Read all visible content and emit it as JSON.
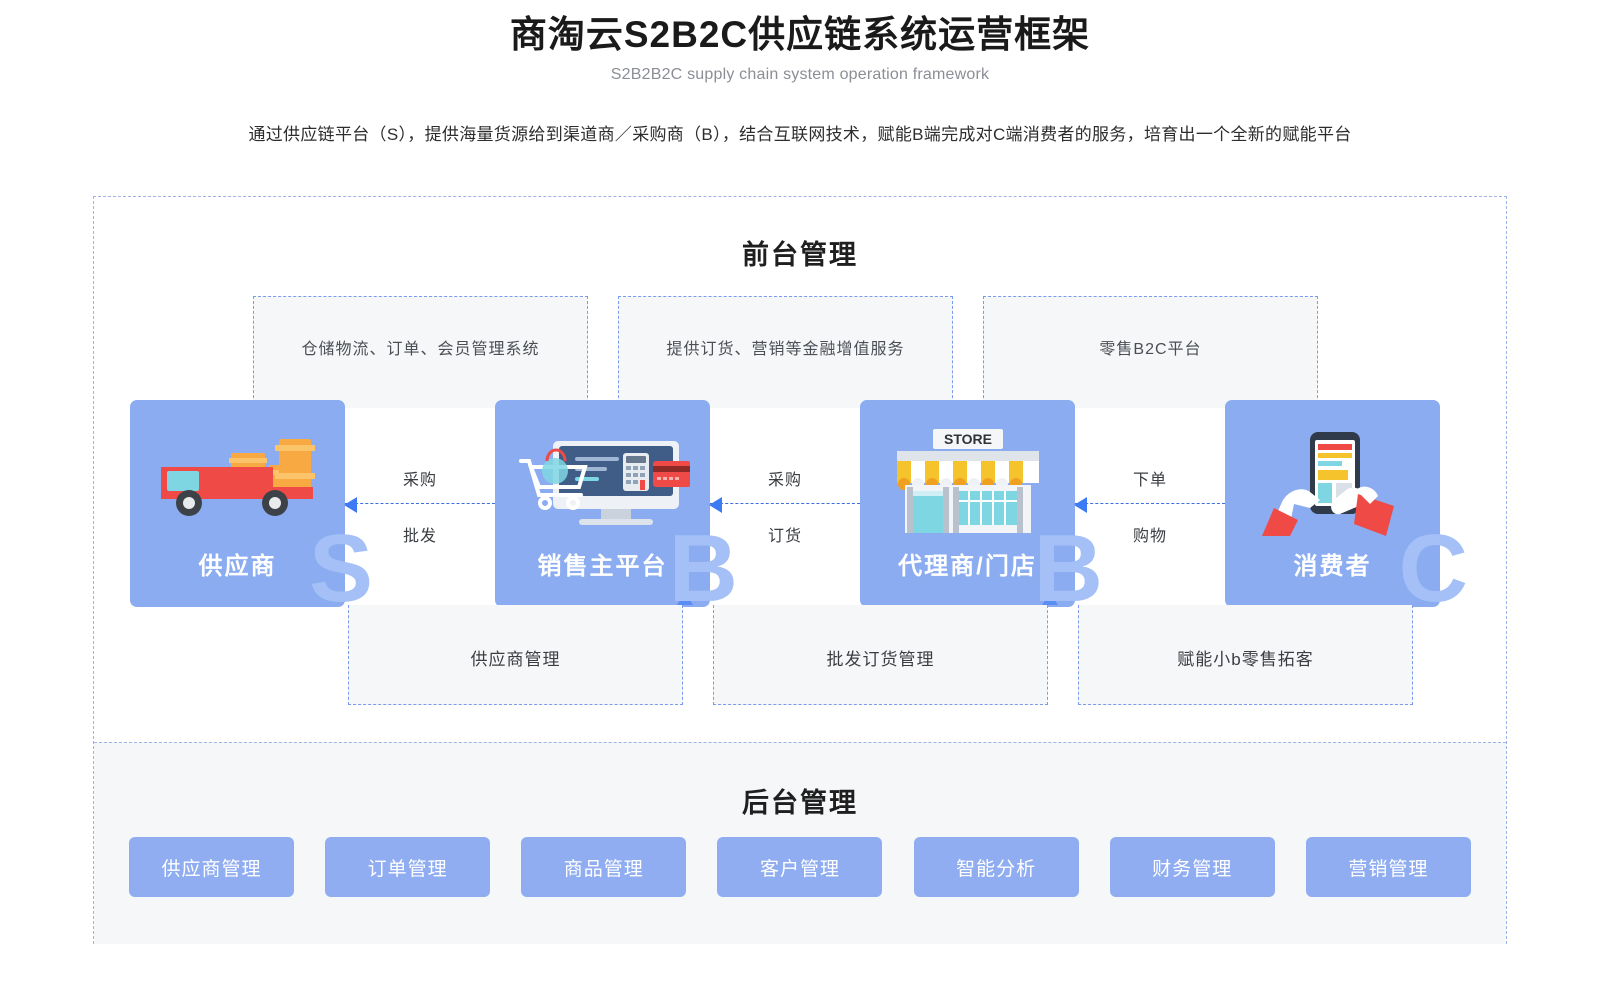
{
  "header": {
    "title": "商淘云S2B2C供应链系统运营框架",
    "subtitle": "S2B2B2C supply chain system operation framework",
    "description": "通过供应链平台（S），提供海量货源给到渠道商／采购商（B），结合互联网技术，赋能B端完成对C端消费者的服务，培育出一个全新的赋能平台"
  },
  "front": {
    "section_title": "前台管理",
    "top_groups": [
      {
        "label": "仓储物流、订单、会员管理系统"
      },
      {
        "label": "提供订货、营销等金融增值服务"
      },
      {
        "label": "零售B2C平台"
      }
    ],
    "nodes": [
      {
        "label": "供应商",
        "icon": "delivery-truck-icon",
        "watermark": "S"
      },
      {
        "label": "销售主平台",
        "icon": "ecommerce-monitor-icon",
        "watermark": "B"
      },
      {
        "label": "代理商/门店",
        "icon": "storefront-icon",
        "watermark": "B",
        "store_sign": "STORE"
      },
      {
        "label": "消费者",
        "icon": "hand-phone-icon",
        "watermark": "C"
      }
    ],
    "connectors": [
      {
        "top_label": "采购",
        "bottom_label": "批发"
      },
      {
        "top_label": "采购",
        "bottom_label": "订货"
      },
      {
        "top_label": "下单",
        "bottom_label": "购物"
      }
    ],
    "bottom_groups": [
      {
        "label": "供应商管理"
      },
      {
        "label": "批发订货管理"
      },
      {
        "label": "赋能小b零售拓客"
      }
    ]
  },
  "back": {
    "section_title": "后台管理",
    "chips": [
      {
        "label": "供应商管理"
      },
      {
        "label": "订单管理"
      },
      {
        "label": "商品管理"
      },
      {
        "label": "客户管理"
      },
      {
        "label": "智能分析"
      },
      {
        "label": "财务管理"
      },
      {
        "label": "营销管理"
      }
    ]
  },
  "colors": {
    "node_blue": "#8bacf0",
    "chip_blue": "#8fadf0",
    "dashed_border": "#7b9ced",
    "arrow_blue": "#3d7bf4",
    "panel_bg": "#f6f7f9"
  }
}
